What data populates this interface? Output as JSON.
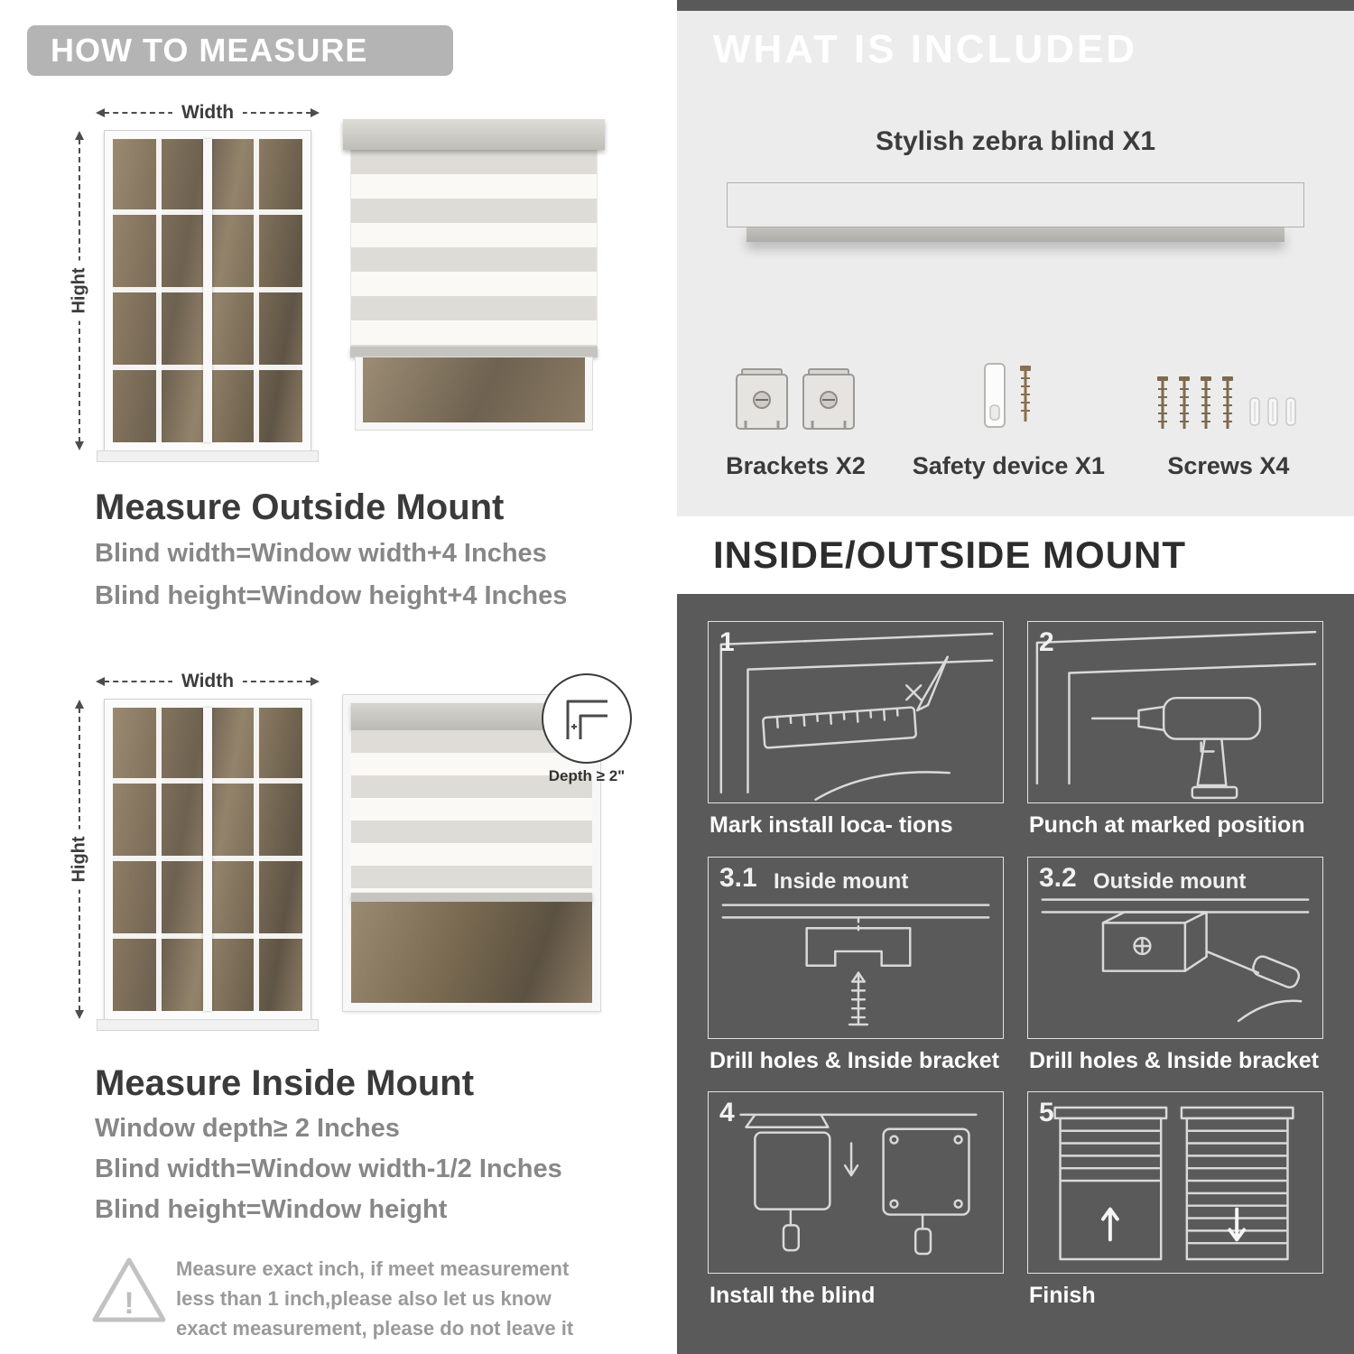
{
  "left": {
    "header": "HOW TO MEASURE",
    "outside": {
      "width_label": "Width",
      "height_label": "Hight",
      "title": "Measure Outside Mount",
      "lines": [
        "Blind width=Window width+4 Inches",
        "Blind height=Window height+4 Inches"
      ]
    },
    "inside": {
      "width_label": "Width",
      "height_label": "Hight",
      "depth_label": "Depth ≥ 2\"",
      "title": "Measure Inside Mount",
      "lines": [
        "Window depth≥ 2 Inches",
        "Blind width=Window width-1/2 Inches",
        "Blind height=Window height"
      ]
    },
    "warning": {
      "glyph": "!",
      "text": "Measure exact inch, if meet measurement less than 1 inch,please also let us know exact measurement, please do not leave it"
    }
  },
  "right": {
    "included": {
      "header": "WHAT IS INCLUDED",
      "blind_label": "Stylish zebra blind X1",
      "labels": [
        "Brackets X2",
        "Safety device X1",
        "Screws X4"
      ]
    },
    "mount": {
      "header": "INSIDE/OUTSIDE MOUNT",
      "steps": [
        {
          "num": "1",
          "caption": "Mark install loca- tions"
        },
        {
          "num": "2",
          "caption": "Punch at  marked position"
        },
        {
          "num": "3.1",
          "label": "Inside mount",
          "caption": "Drill holes &  Inside bracket"
        },
        {
          "num": "3.2",
          "label": "Outside mount",
          "caption": "Drill holes &  Inside bracket"
        },
        {
          "num": "4",
          "caption": "Install the blind"
        },
        {
          "num": "5",
          "caption": "Finish"
        }
      ]
    }
  },
  "colors": {
    "header_gray": "#b4b4b4",
    "light_section_bg": "#ececec",
    "dark_panel_bg": "#5a5a5a",
    "text_dark": "#3a3a3a",
    "text_gray": "#878787"
  }
}
